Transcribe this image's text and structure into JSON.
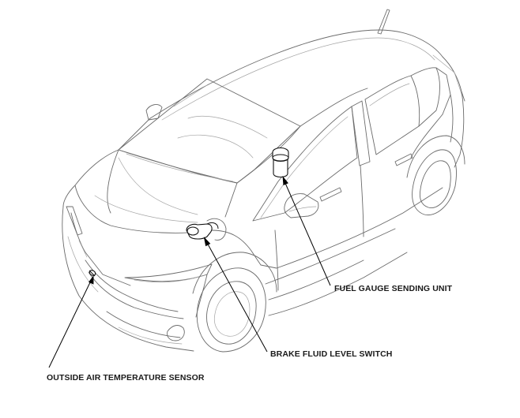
{
  "callouts": {
    "fuel_gauge": "FUEL GAUGE SENDING UNIT",
    "brake_fluid": "BRAKE FLUID LEVEL SWITCH",
    "outside_air": "OUTSIDE AIR TEMPERATURE SENSOR"
  },
  "colors": {
    "car_outline": "#6b6b6b",
    "car_detail": "#a5a5a5",
    "leader_line": "#000000",
    "label_text": "#1a1a1a",
    "background": "#ffffff"
  }
}
